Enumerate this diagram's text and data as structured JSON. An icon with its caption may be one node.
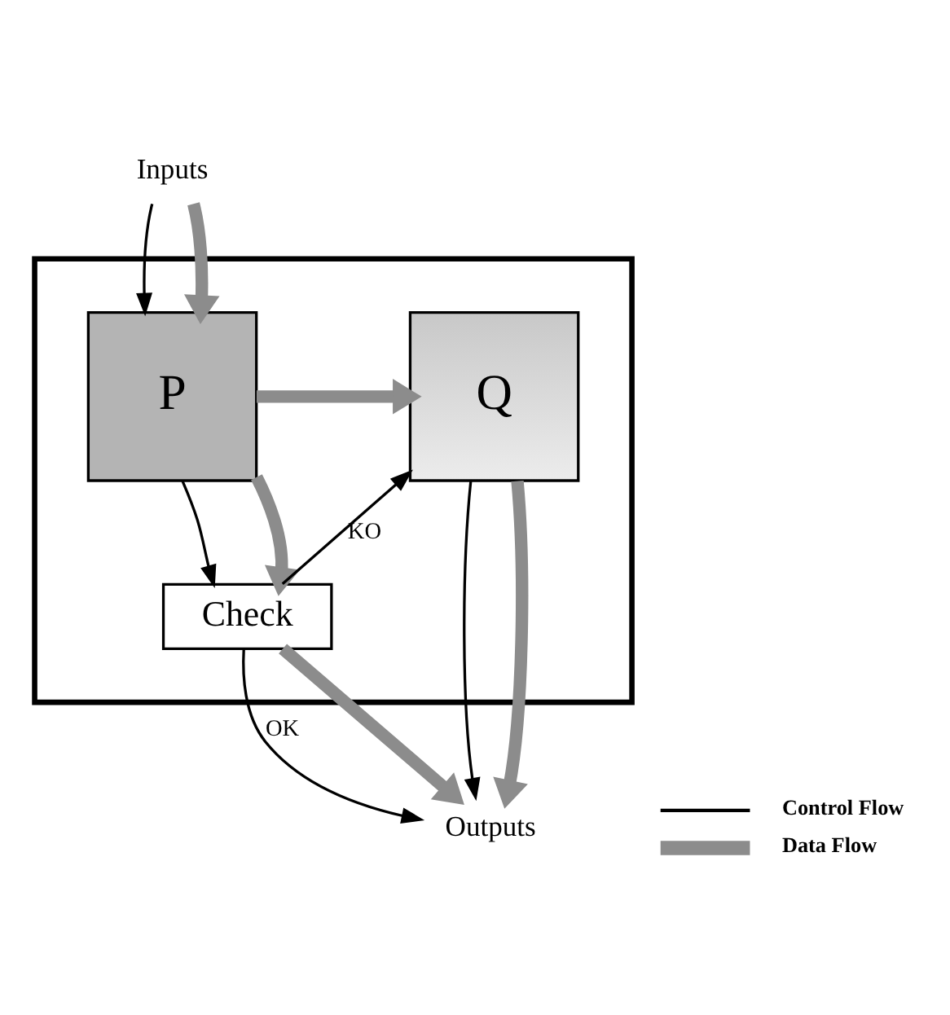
{
  "diagram": {
    "nodes": [
      {
        "text": [
          "Inputs"
        ]
      },
      {
        "text": [],
        "shape": "box"
      },
      {
        "text": [
          "P"
        ],
        "in": 1
      },
      {
        "text": [
          "Q"
        ],
        "in": 1
      },
      {
        "text": [
          "Check"
        ],
        "in": 1
      },
      {
        "text": [
          "Outputs"
        ]
      }
    ],
    "edges": [
      {
        "from": 0,
        "to": 2,
        "arrow": "to"
      },
      {
        "from": 0,
        "to": 2,
        "arrow": "to",
        "style": "thick",
        "color": "#8c8c8c"
      },
      {
        "from": 2,
        "to": 3,
        "arrow": "to",
        "style": "thick",
        "color": "#8c8c8c"
      },
      {
        "from": 2,
        "to": 4,
        "arrow": "to"
      },
      {
        "from": 2,
        "to": 4,
        "arrow": "to",
        "style": "thick",
        "color": "#8c8c8c"
      },
      {
        "from": 4,
        "to": 3,
        "arrow": "to",
        "label": "KO"
      },
      {
        "from": 4,
        "to": 5,
        "arrow": "to",
        "label": "OK"
      },
      {
        "from": 4,
        "to": 5,
        "arrow": "to",
        "style": "thick",
        "color": "#8c8c8c"
      },
      {
        "from": 3,
        "to": 5,
        "arrow": "to"
      },
      {
        "from": 3,
        "to": 5,
        "arrow": "to",
        "style": "thick",
        "color": "#8c8c8c"
      }
    ],
    "legend": [
      {
        "text": "Control Flow"
      },
      {
        "text": "Data Flow"
      }
    ]
  }
}
